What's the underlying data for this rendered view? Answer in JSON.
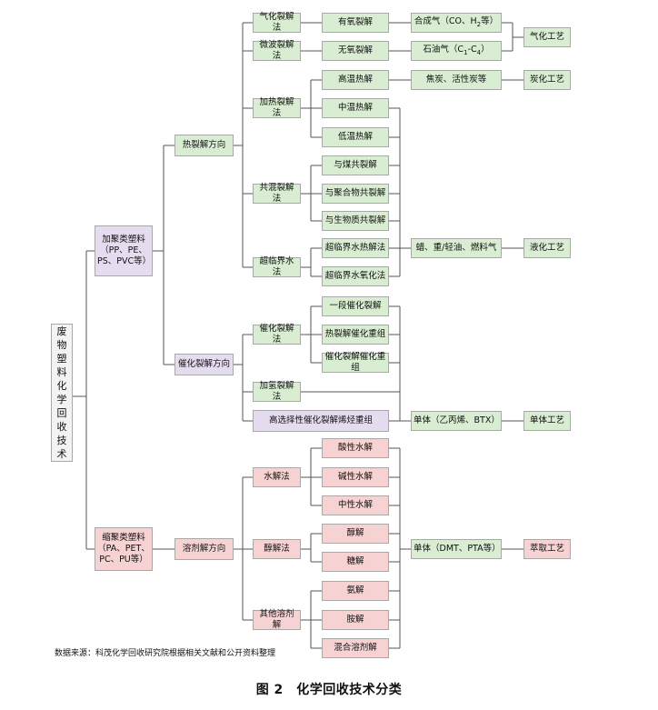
{
  "root": {
    "label": "废\n物\n塑\n料\n化\n学\n回\n收\n技\n术"
  },
  "nodes": {
    "addition_plastics": "加聚类塑料\n（PP、PE、\nPS、PVC等）",
    "condensation_plastics": "缩聚类塑料\n（PA、PET、\nPC、PU等）",
    "thermal_direction": "热裂解方向",
    "catalytic_direction": "催化裂解方向",
    "solvolysis_direction": "溶剂解方向",
    "gasification_method": "气化裂解法",
    "microwave_method": "微波裂解法",
    "heating_method": "加热裂解法",
    "copyrolysis_method": "共混裂解法",
    "supercritical_method": "超临界水法",
    "catalytic_method": "催化裂解法",
    "hydrocracking_method": "加氢裂解法",
    "selective_catalytic": "高选择性催化裂解烯烃重组",
    "hydrolysis_method": "水解法",
    "alcoholysis_method": "醇解法",
    "other_solvolysis": "其他溶剂解",
    "aerobic_pyrolysis": "有氧裂解",
    "anaerobic_pyrolysis": "无氧裂解",
    "high_temp": "高温热解",
    "mid_temp": "中温热解",
    "low_temp": "低温热解",
    "with_coal": "与煤共裂解",
    "with_polymer": "与聚合物共裂解",
    "with_biomass": "与生物质共裂解",
    "scw_thermal": "超临界水热解法",
    "scw_oxidation": "超临界水氧化法",
    "one_stage": "一段催化裂解",
    "thermal_catalytic": "热裂解催化重组",
    "catalytic_catalytic": "催化裂解催化重组",
    "acid_hydrolysis": "酸性水解",
    "alkaline_hydrolysis": "碱性水解",
    "neutral_hydrolysis": "中性水解",
    "alcoholysis": "醇解",
    "glycolysis": "糖解",
    "ammonolysis": "氨解",
    "aminolysis": "胺解",
    "mixed_solvolysis": "混合溶剂解",
    "syngas_pre": "合成气（CO、H",
    "syngas_sub": "2",
    "syngas_post": "等）",
    "oil_gas_pre": "石油气（C",
    "oil_gas_sub1": "1",
    "oil_gas_mid": "-C",
    "oil_gas_sub2": "4",
    "oil_gas_post": "）",
    "coke_carbon": "焦炭、活性炭等",
    "wax_oil_fuel": "蜡、重/轻油、燃料气",
    "monomer_btx": "单体（乙丙烯、BTX）",
    "monomer_dmt": "单体（DMT、PTA等）",
    "gasification_process": "气化工艺",
    "carbonization_process": "炭化工艺",
    "liquefaction_process": "液化工艺",
    "monomer_process": "单体工艺",
    "extraction_process": "萃取工艺"
  },
  "source_note": "数据来源：科茂化学回收研究院根据相关文献和公开资料整理",
  "caption": "图 2　化学回收技术分类",
  "colors": {
    "green": "#d9edd3",
    "purple": "#e6dcf0",
    "pink": "#f7d2d2",
    "border": "#a8a8a8",
    "line": "#555555"
  }
}
